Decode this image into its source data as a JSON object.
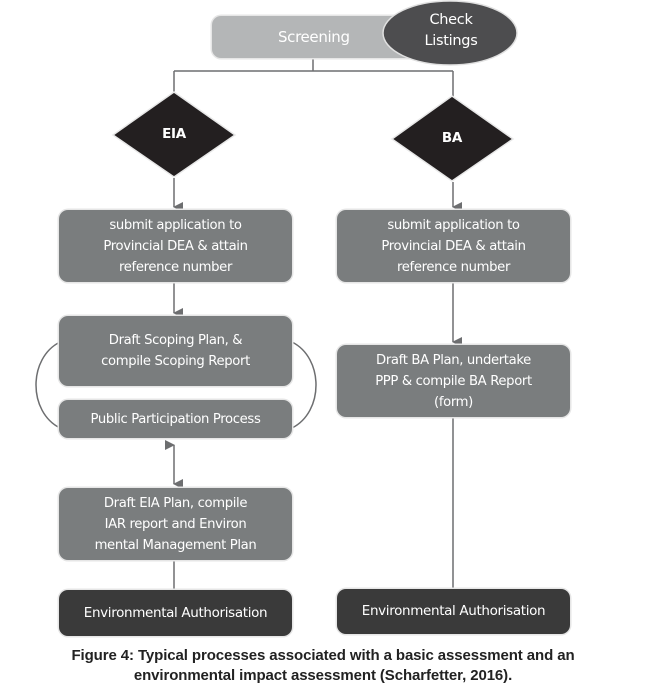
{
  "diagram": {
    "screening": {
      "label": "Screening"
    },
    "check_listings": {
      "line1": "Check",
      "line2": "Listings"
    },
    "eia_branch": {
      "decision": "EIA",
      "steps": [
        {
          "lines": [
            "submit application to",
            "Provincial DEA & attain",
            "reference number"
          ]
        },
        {
          "lines": [
            "Draft Scoping Plan,  &",
            "compile Scoping Report"
          ]
        },
        {
          "lines": [
            "Public Participation Process"
          ]
        },
        {
          "lines": [
            "Draft EIA Plan, compile",
            "IAR report and Environ",
            "mental Management Plan"
          ]
        }
      ],
      "outcome": "Environmental Authorisation"
    },
    "ba_branch": {
      "decision": "BA",
      "steps": [
        {
          "lines": [
            "submit application to",
            "Provincial DEA & attain",
            "reference number"
          ]
        },
        {
          "lines": [
            "Draft BA Plan, undertake",
            "PPP & compile BA Report",
            "(form)"
          ]
        }
      ],
      "outcome": "Environmental Authorisation"
    },
    "colors": {
      "step_box": "#7a7d7e",
      "outcome_box": "#3a3a3a",
      "decision": "#231f20",
      "screening_box": "#b4b6b7",
      "ellipse": "#4d4d4f",
      "connector": "#6d6e70"
    }
  },
  "caption": {
    "line1": "Figure 4: Typical processes associated with a basic assessment and an",
    "line2": "environmental impact assessment (Scharfetter, 2016)."
  }
}
